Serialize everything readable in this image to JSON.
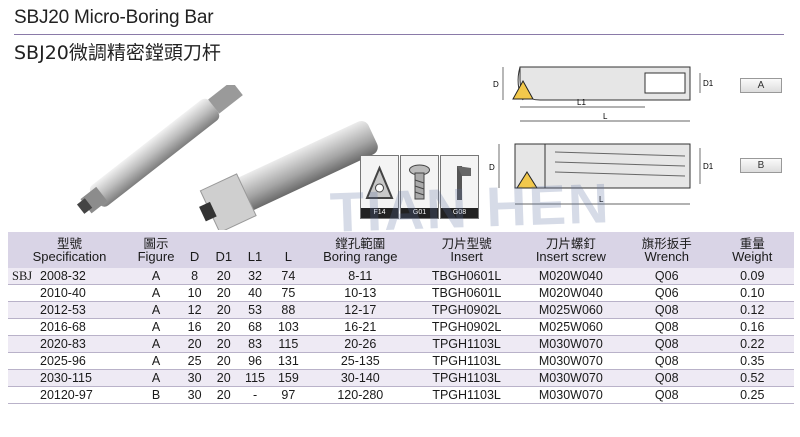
{
  "header": {
    "title_en": "SBJ20 Micro-Boring Bar",
    "title_zh": "SBJ20微調精密鏜頭刀杆"
  },
  "icons": [
    {
      "label": "F14",
      "icon": "triangle-insert-icon"
    },
    {
      "label": "G01",
      "icon": "screw-icon"
    },
    {
      "label": "G08",
      "icon": "wrench-icon"
    }
  ],
  "diagrams": {
    "a": {
      "tag": "A",
      "D": "D",
      "D1": "D1",
      "L1": "L1",
      "L": "L"
    },
    "b": {
      "tag": "B",
      "D": "D",
      "D1": "D1",
      "L": "L"
    }
  },
  "watermark": "TIAN HEN",
  "table": {
    "headers": [
      {
        "zh": "型號",
        "en": "Specification"
      },
      {
        "zh": "圖示",
        "en": "Figure"
      },
      {
        "zh": "",
        "en": "D"
      },
      {
        "zh": "",
        "en": "D1"
      },
      {
        "zh": "",
        "en": "L1"
      },
      {
        "zh": "",
        "en": "L"
      },
      {
        "zh": "鏜孔範圍",
        "en": "Boring range"
      },
      {
        "zh": "刀片型號",
        "en": "Insert"
      },
      {
        "zh": "刀片螺釘",
        "en": "Insert screw"
      },
      {
        "zh": "旗形扳手",
        "en": "Wrench"
      },
      {
        "zh": "重量",
        "en": "Weight"
      }
    ],
    "prefix": "SBJ",
    "rows": [
      [
        "2008-32",
        "A",
        "8",
        "20",
        "32",
        "74",
        "8-11",
        "TBGH0601L",
        "M020W040",
        "Q06",
        "0.09"
      ],
      [
        "2010-40",
        "A",
        "10",
        "20",
        "40",
        "75",
        "10-13",
        "TBGH0601L",
        "M020W040",
        "Q06",
        "0.10"
      ],
      [
        "2012-53",
        "A",
        "12",
        "20",
        "53",
        "88",
        "12-17",
        "TPGH0902L",
        "M025W060",
        "Q08",
        "0.12"
      ],
      [
        "2016-68",
        "A",
        "16",
        "20",
        "68",
        "103",
        "16-21",
        "TPGH0902L",
        "M025W060",
        "Q08",
        "0.16"
      ],
      [
        "2020-83",
        "A",
        "20",
        "20",
        "83",
        "115",
        "20-26",
        "TPGH1103L",
        "M030W070",
        "Q08",
        "0.22"
      ],
      [
        "2025-96",
        "A",
        "25",
        "20",
        "96",
        "131",
        "25-135",
        "TPGH1103L",
        "M030W070",
        "Q08",
        "0.35"
      ],
      [
        "2030-115",
        "A",
        "30",
        "20",
        "115",
        "159",
        "30-140",
        "TPGH1103L",
        "M030W070",
        "Q08",
        "0.52"
      ],
      [
        "20120-97",
        "B",
        "30",
        "20",
        "-",
        "97",
        "120-280",
        "TPGH1103L",
        "M030W070",
        "Q08",
        "0.25"
      ]
    ]
  }
}
